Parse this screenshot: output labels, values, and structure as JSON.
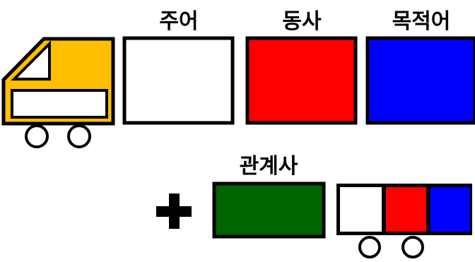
{
  "labels": {
    "subject": "주어",
    "verb": "동사",
    "object": "목적어",
    "relative_pronoun": "관계사"
  },
  "colors": {
    "truck_cab": "#FFBF00",
    "subject_box": "#FFFFFF",
    "verb_box": "#FF0000",
    "object_box": "#0000FF",
    "relative_box": "#006400",
    "outline": "#000000"
  },
  "icons": {
    "plus": "plus-icon",
    "truck_cab": "truck-cab-icon",
    "mini_train": "mini-train-icon"
  }
}
